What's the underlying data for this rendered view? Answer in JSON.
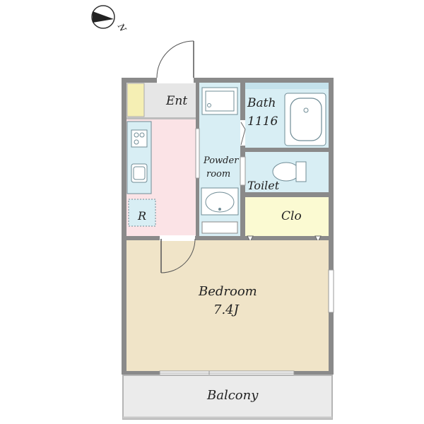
{
  "compass": {
    "label": "N",
    "icon": "compass-needle-icon"
  },
  "rooms": {
    "entrance": "Ent",
    "bath": "Bath",
    "bath_size": "1116",
    "powder_room_line1": "Powder",
    "powder_room_line2": "room",
    "toilet": "Toilet",
    "closet": "Clo",
    "refrigerator": "R",
    "bedroom": "Bedroom",
    "bedroom_size": "7.4J",
    "balcony": "Balcony"
  },
  "colors": {
    "wall": "#8a8a8a",
    "wall_light": "#c9c9c9",
    "entrance_floor": "#e6e6e6",
    "kitchen_floor": "#fbe3e6",
    "wet_area": "#d8eef4",
    "closet": "#fbfad2",
    "bedroom": "#f0e4c8",
    "balcony": "#ebebeb",
    "shoe_box": "#f5efb4",
    "fixture_stroke": "#6f8c96"
  }
}
